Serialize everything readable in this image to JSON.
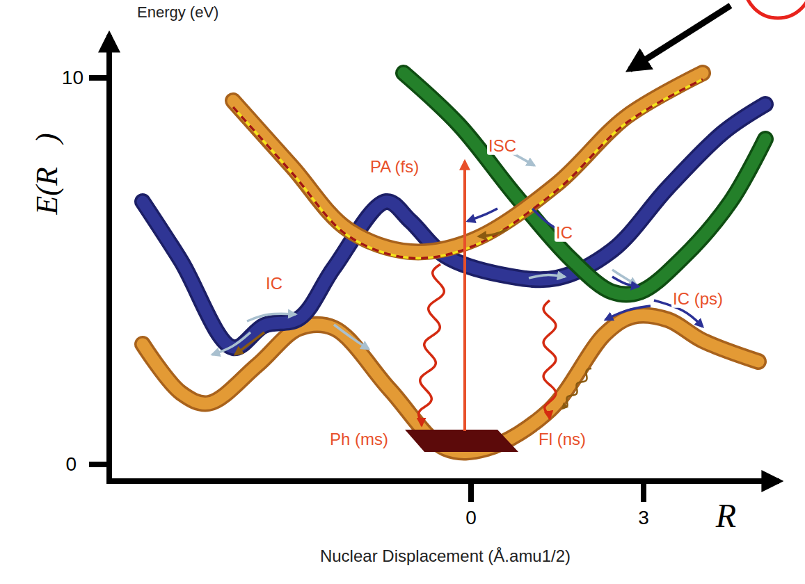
{
  "diagram": {
    "labels": [
      "Energy (eV)",
      "10",
      "E(R⃗)",
      "PA (fs)",
      "ISC",
      "IC",
      "IC",
      "IC (ps)",
      "Ph (ms)",
      "Fl (ns)",
      "0",
      "0",
      "3",
      "R⃗",
      "Nuclear Displacement (Å.amu1/2)"
    ]
  }
}
